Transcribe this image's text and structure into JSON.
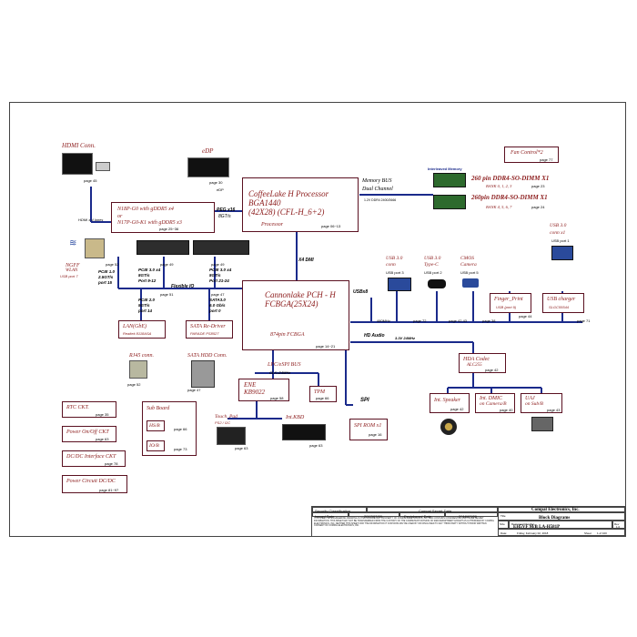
{
  "hdmi": {
    "title": "HDMI Conn.",
    "page": "page 45",
    "lanes": "HDMI x 4 lanes"
  },
  "edp": {
    "title": "eDP",
    "page": "page 30",
    "label": "eDP"
  },
  "cpu": {
    "line1": "CoffeeLake H Processor",
    "line2": "BGA1440",
    "line3": "(42X28)  (CFL-H_6+2)",
    "subtitle": "Processor",
    "page": "page 06~13"
  },
  "memory_bus": {
    "line1": "Memory BUS",
    "line2": "Dual Channel",
    "line3": "1.2V DDR4 2400/2666"
  },
  "interleaved": "Interleaved  Memory",
  "dimm1": {
    "title": "260 pin DDR4-SO-DIMM X1",
    "bank": "BANK 0, 1, 2, 3",
    "page": "page 23"
  },
  "dimm2": {
    "title": "260pin DDR4-SO-DIMM X1",
    "bank": "BANK 4, 5, 6, 7",
    "page": "page 24"
  },
  "fan": {
    "title": "Fan Control*2",
    "page": "page 77"
  },
  "gpu": {
    "line1": "N18P-G0 with gDDR5 x4",
    "line2": "or",
    "line3": "N17P-G0-K1 with gDDR5 x3",
    "page": "page 25~36"
  },
  "peg": {
    "line1": "PEG  x16",
    "line2": "8GT/s"
  },
  "x4dmi": "X4 DMI",
  "ngff": {
    "line1": "NGFF",
    "line2": "WLAN",
    "line3": "USB port 7",
    "page": "page 52"
  },
  "pcie_wlan": {
    "line1": "PCIE 1.0",
    "line2": "2.5GT/s",
    "line3": "port 15"
  },
  "ssd1": {
    "page": "page 49",
    "line1": "PCIE 3.0 x4",
    "line2": "8GT/s",
    "line3": "Port 9-12"
  },
  "ssd2": {
    "page": "page 49",
    "line1": "PCIE 3.0 x4",
    "line2": "8GT/s",
    "line3": "Port 21-24"
  },
  "flexible_io": "Flexible IO",
  "pch": {
    "line1": "Cannonlake PCH - H",
    "line2": "FCBGA(25X24)",
    "line3": "874pin FCBGA",
    "page": "page 14~21"
  },
  "usb_bus": "USBx8",
  "hd_audio": "HD Audio",
  "hd_audio_v": "3.3V 24MHz",
  "usb30_conn": {
    "line1": "USB 3.0",
    "line2": "conn",
    "line3": "USB port 3"
  },
  "usb30_typec": {
    "line1": "USB 3.0",
    "line2": "Type-C",
    "line3": "USB port 2"
  },
  "cmos": {
    "line1": "CMOS",
    "line2": "Camera",
    "line3": "USB port 5"
  },
  "usb30_x1": {
    "line1": "USB 3.0",
    "line2": "conn  x1",
    "line3": "USB port 1"
  },
  "mhz": "480MHz",
  "usb_pages": {
    "p1": "page 72",
    "p2": "page 42,43",
    "p3": "page 38",
    "p4": "page 44",
    "p5": "page 71"
  },
  "finger": {
    "title": "Finger_Print",
    "sub": "USB (port 9)"
  },
  "usb_charger": {
    "title": "USB charger",
    "sub": "SLGC55544"
  },
  "lan": {
    "title": "LAN(GbE)",
    "sub": "Realtek 8118ASA",
    "pcie1": "PCIE 2.0",
    "pcie2": "5GT/s",
    "pcie3": "port 14",
    "page": "page 51"
  },
  "rj45": {
    "title": "RJ45 conn.",
    "page": "page 52"
  },
  "sata_redriver": {
    "title": "SATA Re-Driver",
    "sub": "PARADE PS8527",
    "s1": "SATA3.0",
    "s2": "6.0 Gb/s",
    "s3": "port 0",
    "page": "page 47"
  },
  "sata_hdd": {
    "title": "SATA HDD Conn.",
    "page": "page 47"
  },
  "lpc": {
    "title": "LPC/eSPI BUS",
    "sub": "CLK=24MHz"
  },
  "ene": {
    "line1": "ENE",
    "line2": "KB9022",
    "page": "page 58"
  },
  "tpm": {
    "title": "TPM",
    "page": "page 66"
  },
  "spi": {
    "label": "SPI",
    "title": "SPI ROM x1",
    "page": "page 16"
  },
  "touchpad": {
    "title": "Touch_Pad",
    "sub": "PS2 / I2C",
    "page": "page 63"
  },
  "intkbd": {
    "title": "Int.KBD",
    "page": "page 63"
  },
  "hda": {
    "line1": "HDA Codec",
    "line2": "ALC255",
    "page": "page 42"
  },
  "int_speaker": {
    "title": "Int. Speaker",
    "page": "page 42"
  },
  "int_dmic": {
    "line1": "Int. DMIC",
    "line2": "on Camera/B",
    "page": "page 40"
  },
  "uaj": {
    "line1": "UAJ",
    "line2": "on Sub/B",
    "page": "page 43"
  },
  "rtc": {
    "title": "RTC CKT.",
    "page": "page 35"
  },
  "power_onoff": {
    "title": "Power On/Off CKT",
    "page": "page 63"
  },
  "dcdc": {
    "title": "DC/DC Interface CKT",
    "page": "page 78"
  },
  "power_circuit": {
    "title": "Power Circuit DC/DC",
    "page": "page 81~97"
  },
  "sub_board": {
    "title": "Sub Board",
    "hsb": "HS/B",
    "hsb_page": "page 66",
    "iob": "IO/B",
    "iob_page": "page 73"
  },
  "titleblock": {
    "sec": "Security Classification",
    "cs": "Compal Secret Data",
    "issued": "Issued Date",
    "issued_val": "2017/07/00",
    "deciph": "Deciphered Date",
    "deciph_val": "2018/07/00",
    "company": "Compal Electronics, Inc.",
    "title_lbl": "Title",
    "doc_title": "Block Diagrams",
    "size": "Size",
    "docnum_lbl": "Document Number",
    "docnum": "EH5VF M/B LA-H581P",
    "rev_lbl": "Rev",
    "rev": "1.0",
    "date_lbl": "Date:",
    "date": "Friday, February 02, 2018",
    "sheet": "Sheet",
    "sheet_of": "1   of   100",
    "notice": "THIS SHEET OF ENGINEERING DRAWING IS THE PROPRIETARY PROPERTY OF COMPAL ELECTRONICS, INC. AND CONTAINS CONFIDENTIAL AND TRADE SECRET INFORMATION. THIS SHEET MAY NOT BE TRANSFERRED FROM THE CUSTODY OF THE COMPETENT DIVISION OF R&D DEPARTMENT EXCEPT AS AUTHORIZED BY COMPAL ELECTRONICS, INC. NEITHER THIS SHEET NOR THE INFORMATION IT CONTAINS MAY BE USED BY OR DISCLOSED TO ANY THIRD PARTY WITHOUT PRIOR WRITTEN CONSENT OF COMPAL ELECTRONICS, INC."
  }
}
